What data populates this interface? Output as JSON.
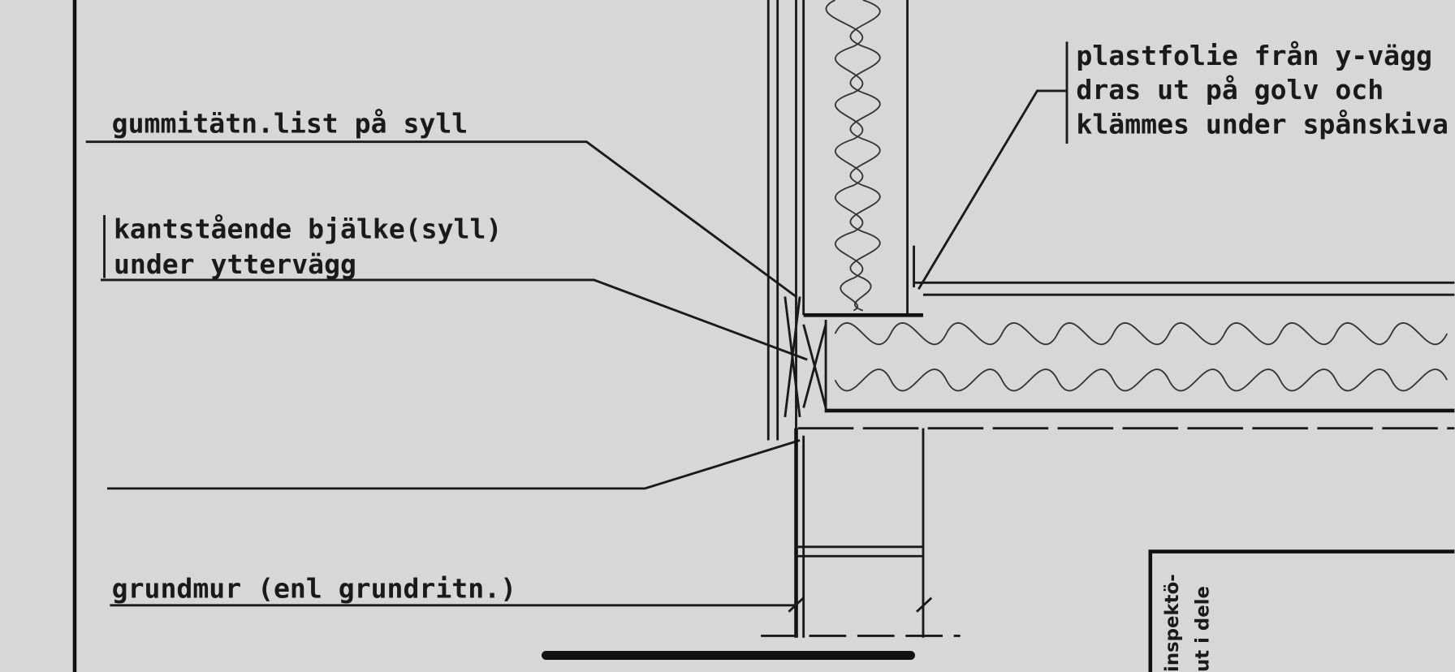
{
  "drawing": {
    "labels": {
      "sill_seal": "gummitätn.list på syll",
      "edge_beam_1": "kantstående bjälke(syll)",
      "edge_beam_2": "under yttervägg",
      "foundation": "grundmur (enl grundritn.)",
      "plastic_1": "plastfolie från y-vägg",
      "plastic_2": "dras ut på golv och",
      "plastic_3": "klämmes under spånskiva"
    },
    "box_text": {
      "line1": "inspektö-",
      "line2": "ut i dele"
    }
  }
}
